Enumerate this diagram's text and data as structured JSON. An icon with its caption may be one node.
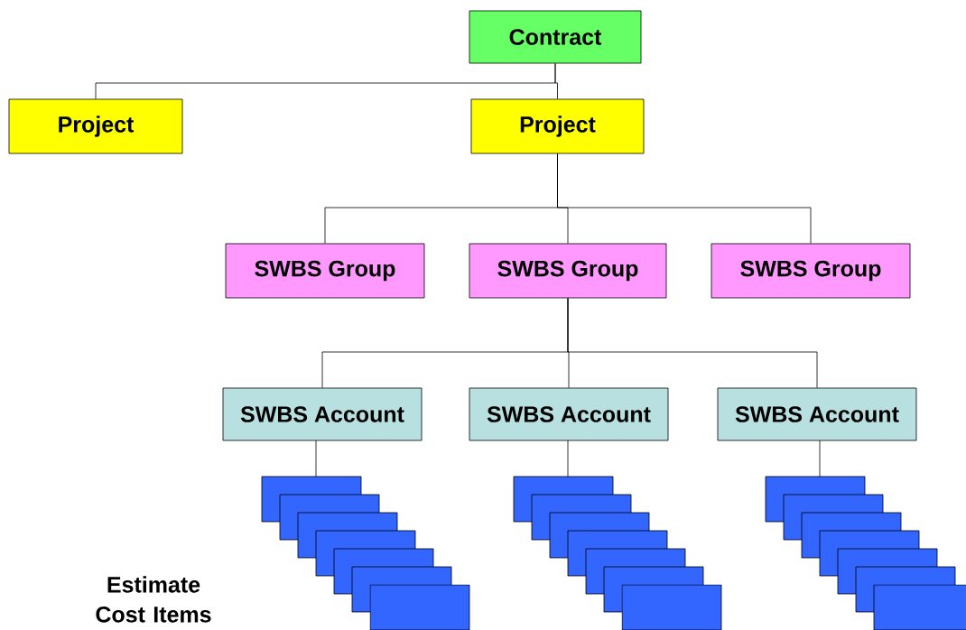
{
  "diagram": {
    "nodes": [
      {
        "text": [
          "Contract"
        ]
      },
      {
        "text": [
          "Project"
        ]
      },
      {
        "text": [
          "Project"
        ]
      },
      {
        "text": [
          "SWBS Group"
        ]
      },
      {
        "text": [
          "SWBS Group"
        ]
      },
      {
        "text": [
          "SWBS Group"
        ]
      },
      {
        "text": [
          "SWBS Account"
        ]
      },
      {
        "text": [
          "SWBS Account"
        ]
      },
      {
        "text": [
          "SWBS Account"
        ]
      },
      {
        "text": [],
        "shape": "box"
      },
      {
        "text": [],
        "shape": "box"
      },
      {
        "text": [],
        "shape": "box"
      },
      {
        "text": [],
        "shape": "box"
      },
      {
        "text": [],
        "shape": "box"
      },
      {
        "text": [],
        "shape": "box"
      },
      {
        "text": [],
        "shape": "box"
      },
      {
        "text": [],
        "shape": "box"
      },
      {
        "text": [],
        "shape": "box"
      },
      {
        "text": [],
        "shape": "box"
      },
      {
        "text": [],
        "shape": "box"
      },
      {
        "text": [],
        "shape": "box"
      },
      {
        "text": [],
        "shape": "box"
      },
      {
        "text": [],
        "shape": "box"
      },
      {
        "text": [],
        "shape": "box"
      },
      {
        "text": [],
        "shape": "box"
      },
      {
        "text": [],
        "shape": "box"
      },
      {
        "text": [],
        "shape": "box"
      },
      {
        "text": [],
        "shape": "box"
      },
      {
        "text": [],
        "shape": "box"
      },
      {
        "text": [],
        "shape": "box"
      }
    ],
    "edges": [
      {
        "from": 0,
        "to": 1,
        "arrow": "none"
      },
      {
        "from": 0,
        "to": 2,
        "arrow": "none"
      },
      {
        "from": 2,
        "to": 3,
        "arrow": "none"
      },
      {
        "from": 2,
        "to": 4,
        "arrow": "none"
      },
      {
        "from": 2,
        "to": 5,
        "arrow": "none"
      },
      {
        "from": 4,
        "to": 6,
        "arrow": "none"
      },
      {
        "from": 4,
        "to": 7,
        "arrow": "none"
      },
      {
        "from": 4,
        "to": 8,
        "arrow": "none"
      },
      {
        "from": 6,
        "to": 9,
        "arrow": "none"
      },
      {
        "from": 7,
        "to": 16,
        "arrow": "none"
      },
      {
        "from": 8,
        "to": 23,
        "arrow": "none"
      }
    ],
    "labels": [
      "Estimate Cost Items"
    ]
  }
}
